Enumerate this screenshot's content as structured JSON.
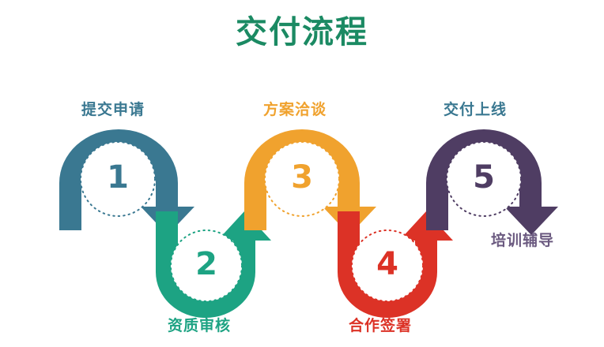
{
  "page": {
    "title": "交付流程",
    "title_color": "#1B8A63",
    "background": "#FFFFFF"
  },
  "colors": {
    "step1": "#3A7891",
    "step2": "#1DA383",
    "step3": "#F0A22E",
    "step4": "#DC3226",
    "step5": "#4F3D63",
    "circle_fill": "#FFFFFF"
  },
  "steps": [
    {
      "number": "1",
      "label": "提交申请",
      "color": "#3A7891",
      "label_position": "top",
      "arrow_direction": "down"
    },
    {
      "number": "2",
      "label": "资质审核",
      "color": "#1DA383",
      "label_position": "bottom",
      "arrow_direction": "up"
    },
    {
      "number": "3",
      "label": "方案洽谈",
      "color": "#F0A22E",
      "label_position": "top",
      "arrow_direction": "down"
    },
    {
      "number": "4",
      "label": "合作签署",
      "color": "#DC3226",
      "label_position": "bottom",
      "arrow_direction": "up"
    },
    {
      "number": "5",
      "label": "交付上线",
      "color": "#4F3D63",
      "label_position": "top",
      "arrow_direction": "down",
      "end_label": "培训辅导",
      "end_label_color": "#6B5A80"
    }
  ],
  "end_label": {
    "text": "培训辅导",
    "color": "#6B5A80"
  }
}
